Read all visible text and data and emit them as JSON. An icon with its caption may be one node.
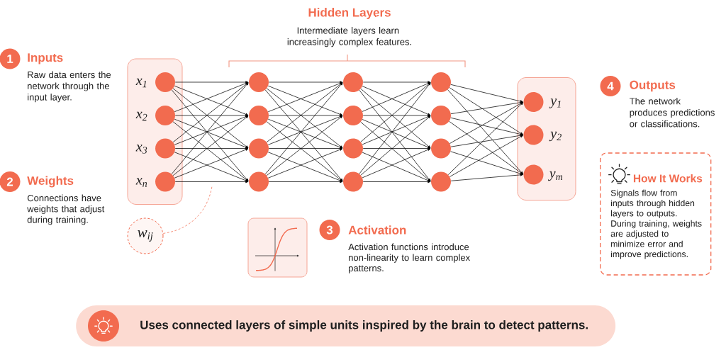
{
  "diagram": {
    "nodes": [
      {
        "text": [
          "1"
        ],
        "beside": [
          "Inputs",
          "Raw data enters the network through the input layer."
        ]
      },
      {
        "text": [],
        "shape": "box"
      },
      {
        "text": [],
        "shape": "circle",
        "in": 1,
        "beside": [
          "x$_{1}$"
        ]
      },
      {
        "text": [],
        "shape": "circle",
        "in": 1,
        "beside": [
          "x$_{2}$"
        ]
      },
      {
        "text": [],
        "shape": "circle",
        "in": 1,
        "beside": [
          "x$_{3}$"
        ]
      },
      {
        "text": [],
        "shape": "circle",
        "in": 1,
        "beside": [
          "x$_{n}$"
        ]
      },
      {
        "text": [],
        "shape": "circle"
      },
      {
        "text": [],
        "shape": "circle"
      },
      {
        "text": [],
        "shape": "circle"
      },
      {
        "text": [],
        "shape": "circle"
      },
      {
        "text": [],
        "shape": "circle"
      },
      {
        "text": [],
        "shape": "circle"
      },
      {
        "text": [],
        "shape": "circle"
      },
      {
        "text": [],
        "shape": "circle"
      },
      {
        "text": [],
        "shape": "circle"
      },
      {
        "text": [],
        "shape": "circle"
      },
      {
        "text": [],
        "shape": "circle"
      },
      {
        "text": [],
        "shape": "circle"
      },
      {
        "text": [],
        "shape": "box"
      },
      {
        "text": [],
        "shape": "circle",
        "in": 18,
        "beside": [
          "y$_{1}$"
        ]
      },
      {
        "text": [],
        "shape": "circle",
        "in": 18,
        "beside": [
          "y$_{2}$"
        ]
      },
      {
        "text": [],
        "shape": "circle",
        "in": 18,
        "beside": [
          "y$_{m}$"
        ]
      },
      {
        "text": [
          "4"
        ],
        "beside": [
          "Outputs",
          "The network produces predictions or classifications."
        ]
      },
      {
        "text": [
          "2"
        ],
        "beside": [
          "Weights",
          "Connections have weights that adjust during training."
        ]
      },
      {
        "text": [
          "w$_{ij}$"
        ]
      },
      {
        "text": [],
        "shape": "picture"
      },
      {
        "text": [
          "3"
        ],
        "beside": [
          "Activation",
          "Activation functions introduce non-linearity to learn complex patterns."
        ]
      },
      {
        "text": [
          "How It Works",
          "Signals flow from inputs through hidden layers to outputs. During training, weights are adjusted to minimize error and improve predictions."
        ]
      },
      {
        "text": [
          "Uses connected layers of simple units inspired by the brain to detect patterns."
        ]
      }
    ],
    "edges": [
      {
        "from": 2,
        "to": 6,
        "arrow": "to"
      },
      {
        "from": 2,
        "to": 7,
        "arrow": "to"
      },
      {
        "from": 2,
        "to": 8,
        "arrow": "to"
      },
      {
        "from": 2,
        "to": 9,
        "arrow": "to"
      },
      {
        "from": 3,
        "to": 6,
        "arrow": "to"
      },
      {
        "from": 3,
        "to": 7,
        "arrow": "to"
      },
      {
        "from": 3,
        "to": 8,
        "arrow": "to"
      },
      {
        "from": 3,
        "to": 9,
        "arrow": "to"
      },
      {
        "from": 4,
        "to": 6,
        "arrow": "to"
      },
      {
        "from": 4,
        "to": 7,
        "arrow": "to"
      },
      {
        "from": 4,
        "to": 8,
        "arrow": "to"
      },
      {
        "from": 4,
        "to": 9,
        "arrow": "to"
      },
      {
        "from": 5,
        "to": 6,
        "arrow": "to"
      },
      {
        "from": 5,
        "to": 7,
        "arrow": "to"
      },
      {
        "from": 5,
        "to": 8,
        "arrow": "to"
      },
      {
        "from": 5,
        "to": 9,
        "arrow": "to"
      },
      {
        "from": 6,
        "to": 10,
        "arrow": "to"
      },
      {
        "from": 6,
        "to": 11,
        "arrow": "to"
      },
      {
        "from": 6,
        "to": 12,
        "arrow": "to"
      },
      {
        "from": 6,
        "to": 13,
        "arrow": "to"
      },
      {
        "from": 7,
        "to": 10,
        "arrow": "to"
      },
      {
        "from": 7,
        "to": 11,
        "arrow": "to"
      },
      {
        "from": 7,
        "to": 12,
        "arrow": "to"
      },
      {
        "from": 7,
        "to": 13,
        "arrow": "to"
      },
      {
        "from": 8,
        "to": 10,
        "arrow": "to"
      },
      {
        "from": 8,
        "to": 11,
        "arrow": "to"
      },
      {
        "from": 8,
        "to": 12,
        "arrow": "to"
      },
      {
        "from": 8,
        "to": 13,
        "arrow": "to"
      },
      {
        "from": 9,
        "to": 10,
        "arrow": "to"
      },
      {
        "from": 9,
        "to": 11,
        "arrow": "to"
      },
      {
        "from": 9,
        "to": 12,
        "arrow": "to"
      },
      {
        "from": 9,
        "to": 13,
        "arrow": "to"
      },
      {
        "from": 10,
        "to": 14,
        "arrow": "to"
      },
      {
        "from": 10,
        "to": 15,
        "arrow": "to"
      },
      {
        "from": 10,
        "to": 16,
        "arrow": "to"
      },
      {
        "from": 10,
        "to": 17,
        "arrow": "to"
      },
      {
        "from": 11,
        "to": 14,
        "arrow": "to"
      },
      {
        "from": 11,
        "to": 15,
        "arrow": "to"
      },
      {
        "from": 11,
        "to": 16,
        "arrow": "to"
      },
      {
        "from": 11,
        "to": 17,
        "arrow": "to"
      },
      {
        "from": 12,
        "to": 14,
        "arrow": "to"
      },
      {
        "from": 12,
        "to": 15,
        "arrow": "to"
      },
      {
        "from": 12,
        "to": 16,
        "arrow": "to"
      },
      {
        "from": 12,
        "to": 17,
        "arrow": "to"
      },
      {
        "from": 13,
        "to": 14,
        "arrow": "to"
      },
      {
        "from": 13,
        "to": 15,
        "arrow": "to"
      },
      {
        "from": 13,
        "to": 16,
        "arrow": "to"
      },
      {
        "from": 13,
        "to": 17,
        "arrow": "to"
      },
      {
        "from": 14,
        "to": 19,
        "arrow": "to"
      },
      {
        "from": 14,
        "to": 20,
        "arrow": "to"
      },
      {
        "from": 14,
        "to": 21,
        "arrow": "to"
      },
      {
        "from": 15,
        "to": 19,
        "arrow": "to"
      },
      {
        "from": 15,
        "to": 20,
        "arrow": "to"
      },
      {
        "from": 15,
        "to": 21,
        "arrow": "to"
      },
      {
        "from": 16,
        "to": 19,
        "arrow": "to"
      },
      {
        "from": 16,
        "to": 20,
        "arrow": "to"
      },
      {
        "from": 16,
        "to": 21,
        "arrow": "to"
      },
      {
        "from": 17,
        "to": 19,
        "arrow": "to"
      },
      {
        "from": 17,
        "to": 20,
        "arrow": "to"
      },
      {
        "from": 17,
        "to": 21,
        "arrow": "to"
      },
      {
        "from": 24,
        "to": null,
        "arrow": "none",
        "style": "dashed",
        "color": "#f26b4f"
      }
    ],
    "labels": [
      "Hidden Layers",
      "Intermediate layers learn increasingly complex features."
    ]
  }
}
